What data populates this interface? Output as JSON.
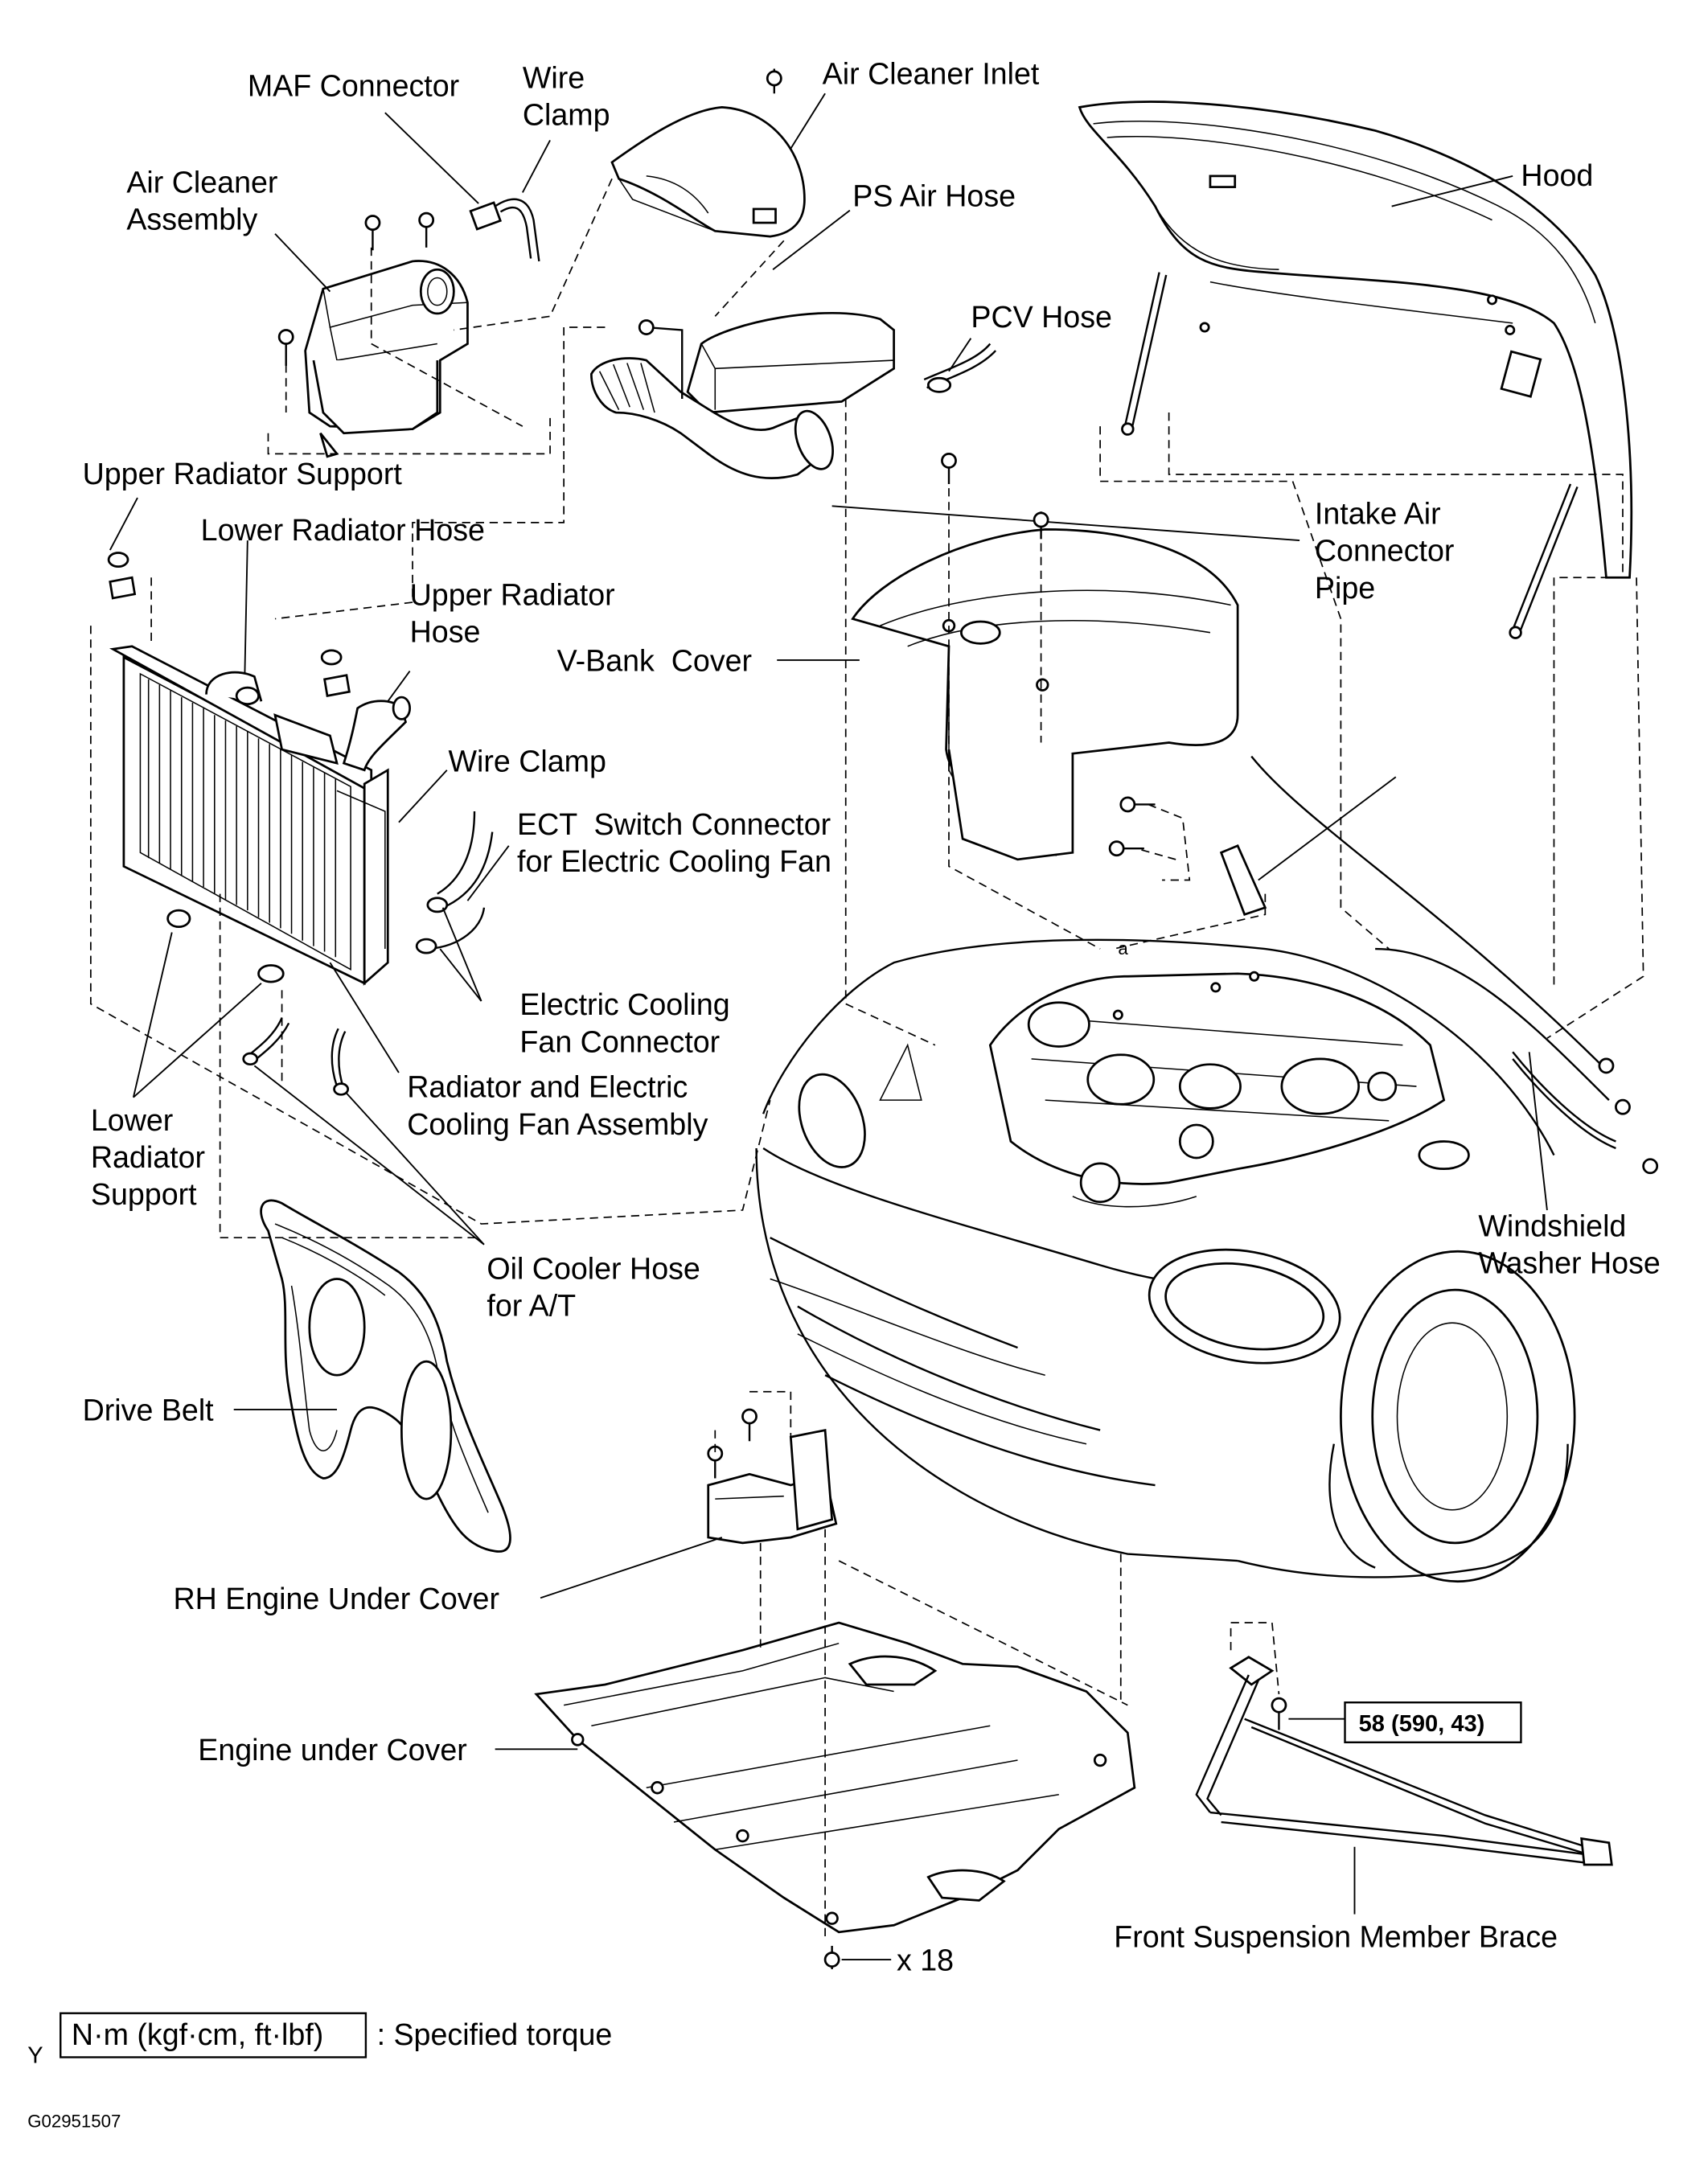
{
  "labels": {
    "maf_connector": "MAF Connector",
    "wire_clamp_1a": "Wire",
    "wire_clamp_1b": "Clamp",
    "air_cleaner_inlet": "Air Cleaner Inlet",
    "air_cleaner_assembly_a": "Air Cleaner",
    "air_cleaner_assembly_b": "Assembly",
    "ps_air_hose": "PS Air Hose",
    "hood": "Hood",
    "pcv_hose": "PCV Hose",
    "upper_radiator_support": "Upper Radiator Support",
    "lower_radiator_hose": "Lower Radiator Hose",
    "intake_air_a": "Intake Air",
    "intake_air_b": "Connector",
    "intake_air_c": "Pipe",
    "upper_radiator_hose_a": "Upper Radiator",
    "upper_radiator_hose_b": "Hose",
    "v_bank_cover": "V-Bank  Cover",
    "wire_clamp_2": "Wire Clamp",
    "ect_switch_a": "ECT  Switch Connector",
    "ect_switch_b": "for Electric Cooling Fan",
    "electric_fan_connector_a": "Electric Cooling",
    "electric_fan_connector_b": "Fan Connector",
    "lower_radiator_support_a": "Lower",
    "lower_radiator_support_b": "Radiator",
    "lower_radiator_support_c": "Support",
    "radiator_fan_assembly_a": "Radiator and Electric",
    "radiator_fan_assembly_b": "Cooling Fan Assembly",
    "windshield_washer_hose_a": "Windshield",
    "windshield_washer_hose_b": "Washer Hose",
    "oil_cooler_hose_a": "Oil Cooler Hose",
    "oil_cooler_hose_b": "for A/T",
    "drive_belt": "Drive Belt",
    "rh_engine_under_cover": "RH Engine Under Cover",
    "torque_value": "58 (590, 43)",
    "engine_under_cover": "Engine under Cover",
    "front_suspension_brace": "Front Suspension Member Brace",
    "bolt_count": "x 18",
    "mark_a": "a"
  },
  "legend": {
    "unit_box": "N·m (kgf·cm, ft·lbf)",
    "description": ": Specified torque",
    "mark": "Y"
  },
  "figure_id": "G02951507"
}
